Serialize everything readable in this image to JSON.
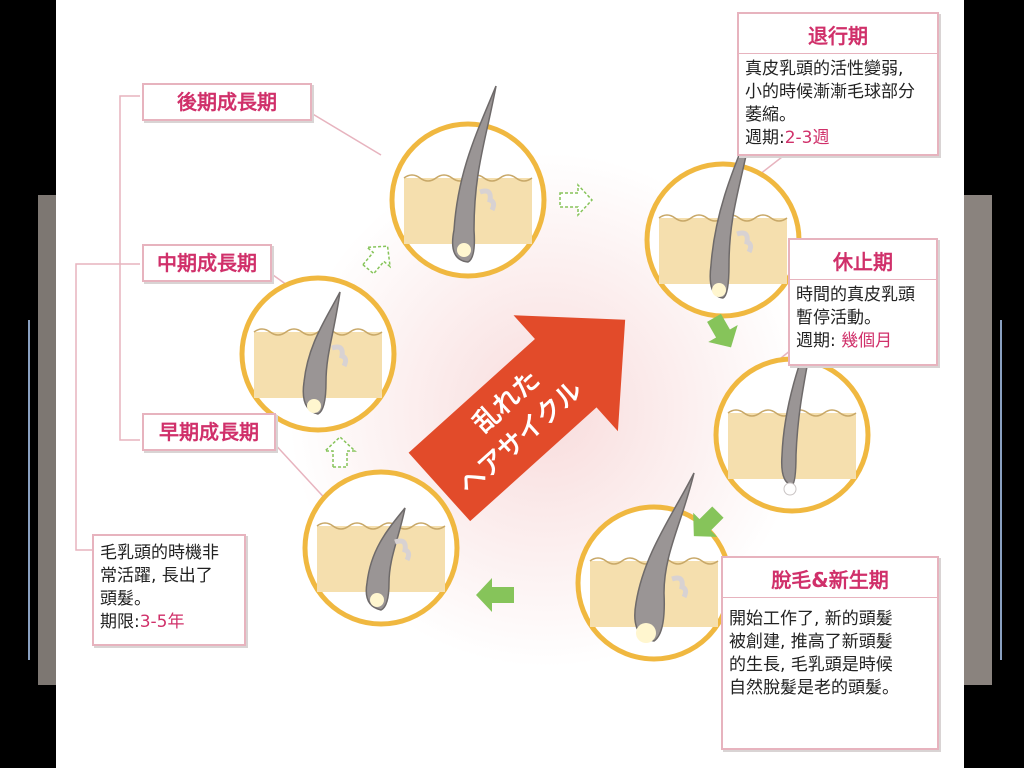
{
  "center_arrow_text": [
    "乱れた",
    "ヘアサイクル"
  ],
  "labels": {
    "late_growth": "後期成長期",
    "mid_growth": "中期成長期",
    "early_growth": "早期成長期"
  },
  "regression": {
    "title": "退行期",
    "lines": [
      "真皮乳頭的活性變弱,",
      "小的時候漸漸毛球部分",
      "萎縮。"
    ],
    "period_label": "週期:",
    "period_value": "2-3週"
  },
  "resting": {
    "title": "休止期",
    "lines": [
      "時間的真皮乳頭",
      "暫停活動。"
    ],
    "period_label": "週期: ",
    "period_value": "幾個月"
  },
  "shedding": {
    "title": "脫毛&新生期",
    "lines": [
      "開始工作了, 新的頭髮",
      "被創建, 推高了新頭髮",
      "的生長, 毛乳頭是時候",
      "自然脫髮是老的頭髮。"
    ]
  },
  "growth_note": {
    "lines": [
      "毛乳頭的時機非",
      "常活躍, 長出了",
      "頭髮。"
    ],
    "period_label": "期限:",
    "period_value": "3-5年"
  },
  "colors": {
    "accent": "#d0306a",
    "circle_border": "#f0b840",
    "skin": "#f5dfae",
    "arrow_red": "#e24b2a",
    "arrow_green": "#86c45a",
    "hair": "#9a9595"
  }
}
